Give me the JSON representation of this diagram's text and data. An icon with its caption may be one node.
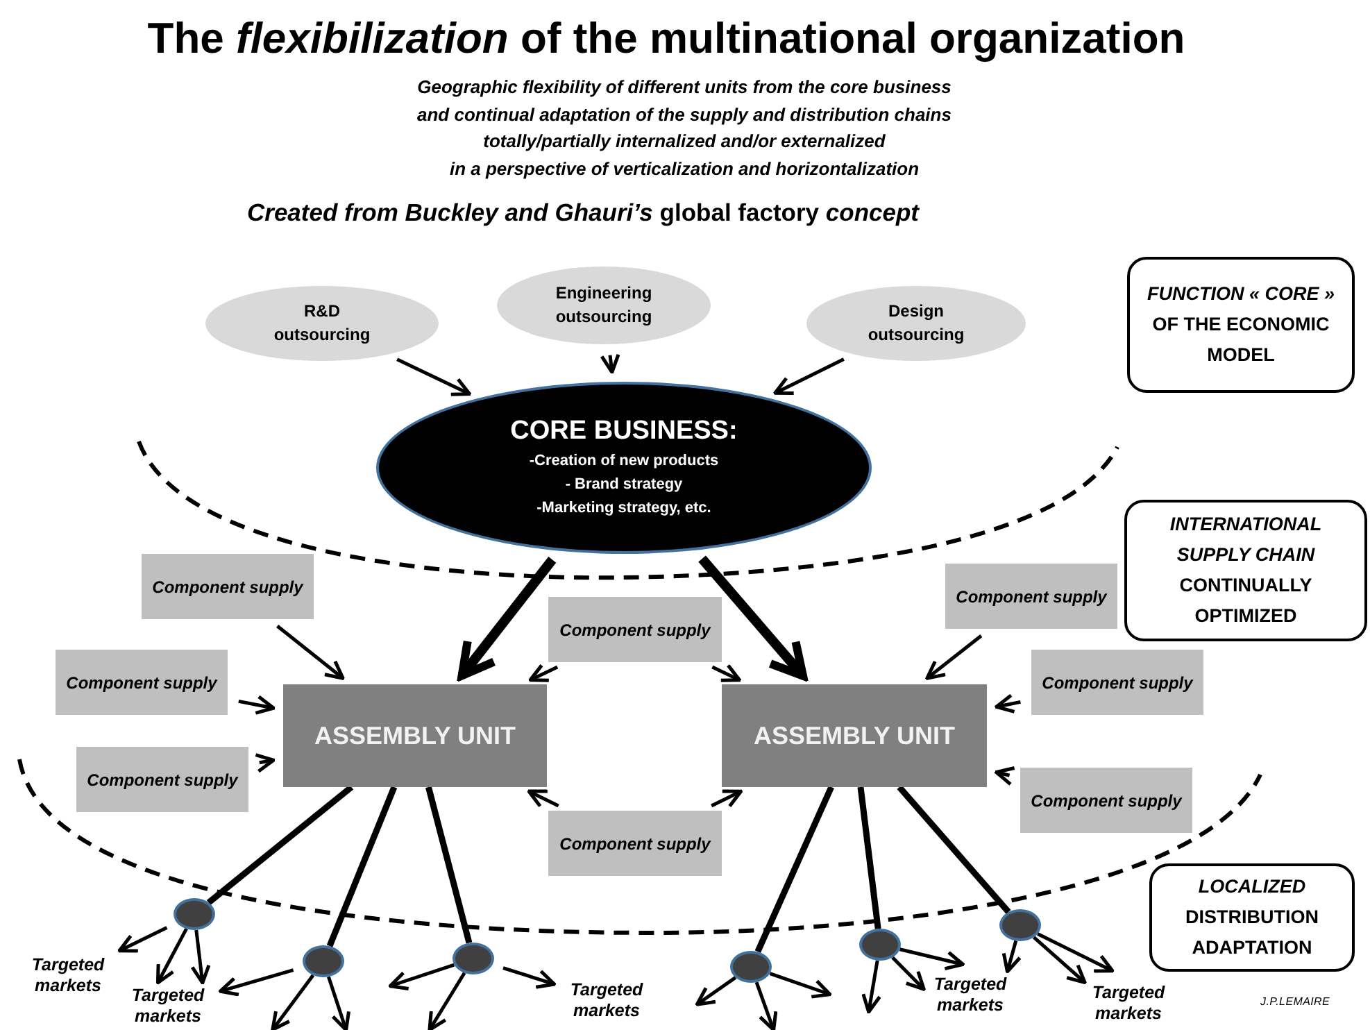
{
  "diagram": {
    "title": "The *flexibilization* of the multinational organization",
    "nodes": [
      {
        "text": [
          "R&D outsourcing"
        ]
      },
      {
        "text": [
          "Engineering outsourcing"
        ]
      },
      {
        "text": [
          "Design outsourcing"
        ]
      },
      {
        "text": [
          "CORE BUSINESS:",
          "-Creation of new products",
          "- Brand strategy",
          "-Marketing strategy, etc."
        ]
      },
      {
        "text": [
          "*FUNCTION « CORE »* OF THE ECONOMIC MODEL"
        ]
      },
      {
        "text": [
          "*INTERNATIONAL SUPPLY CHAIN* CONTINUALLY OPTIMIZED"
        ]
      },
      {
        "text": [
          "Component supply"
        ]
      },
      {
        "text": [
          "Component supply"
        ]
      },
      {
        "text": [
          "Component supply"
        ]
      },
      {
        "text": [
          "Component supply"
        ]
      },
      {
        "text": [
          "Component supply"
        ]
      },
      {
        "text": [
          "Component supply"
        ]
      },
      {
        "text": [
          "Component supply"
        ]
      },
      {
        "text": [
          "Component supply"
        ]
      },
      {
        "text": [
          "ASSEMBLY UNIT"
        ]
      },
      {
        "text": [
          "ASSEMBLY UNIT"
        ]
      },
      {
        "text": [
          "*LOCALIZED* DISTRIBUTION ADAPTATION"
        ]
      },
      {
        "text": [],
        "shape": "circle"
      },
      {
        "text": [],
        "shape": "circle"
      },
      {
        "text": [],
        "shape": "circle"
      },
      {
        "text": [],
        "shape": "circle"
      },
      {
        "text": [],
        "shape": "circle"
      },
      {
        "text": [],
        "shape": "circle"
      },
      {
        "text": [
          "Targeted markets"
        ]
      },
      {
        "text": [
          "Targeted markets"
        ]
      },
      {
        "text": [
          "Targeted markets"
        ]
      },
      {
        "text": [
          "Targeted markets"
        ]
      },
      {
        "text": [
          "Targeted markets"
        ]
      }
    ],
    "edges": [
      {
        "from": 0,
        "to": 3,
        "arrow": "to"
      },
      {
        "from": 1,
        "to": 3,
        "arrow": "to"
      },
      {
        "from": 2,
        "to": 3,
        "arrow": "to"
      },
      {
        "from": 3,
        "to": 14,
        "arrow": "to",
        "style": "thick"
      },
      {
        "from": 3,
        "to": 15,
        "arrow": "to",
        "style": "thick"
      },
      {
        "from": 6,
        "to": 14,
        "arrow": "to"
      },
      {
        "from": 7,
        "to": 14,
        "arrow": "to"
      },
      {
        "from": 8,
        "to": 14,
        "arrow": "to"
      },
      {
        "from": 9,
        "to": 14,
        "arrow": "to"
      },
      {
        "from": 9,
        "to": 15,
        "arrow": "to"
      },
      {
        "from": 12,
        "to": 14,
        "arrow": "to"
      },
      {
        "from": 12,
        "to": 15,
        "arrow": "to"
      },
      {
        "from": 10,
        "to": 15,
        "arrow": "to"
      },
      {
        "from": 11,
        "to": 15,
        "arrow": "to"
      },
      {
        "from": 13,
        "to": 15,
        "arrow": "to"
      },
      {
        "from": 14,
        "to": 17,
        "arrow": "none",
        "style": "thick"
      },
      {
        "from": 14,
        "to": 18,
        "arrow": "none",
        "style": "thick"
      },
      {
        "from": 14,
        "to": 19,
        "arrow": "none",
        "style": "thick"
      },
      {
        "from": 15,
        "to": 20,
        "arrow": "none",
        "style": "thick"
      },
      {
        "from": 15,
        "to": 21,
        "arrow": "none",
        "style": "thick"
      },
      {
        "from": 15,
        "to": 22,
        "arrow": "none",
        "style": "thick"
      },
      {
        "from": 17,
        "to": 23,
        "arrow": "to"
      },
      {
        "from": 17,
        "to": 24,
        "arrow": "to"
      },
      {
        "from": 17,
        "to": 24,
        "arrow": "to"
      },
      {
        "from": 18,
        "to": 24,
        "arrow": "to"
      },
      {
        "from": 18,
        "to": null,
        "arrow": "to"
      },
      {
        "from": 18,
        "to": null,
        "arrow": "to"
      },
      {
        "from": 19,
        "to": null,
        "arrow": "to"
      },
      {
        "from": 19,
        "to": null,
        "arrow": "to"
      },
      {
        "from": 19,
        "to": 25,
        "arrow": "to"
      },
      {
        "from": 20,
        "to": null,
        "arrow": "to"
      },
      {
        "from": 20,
        "to": null,
        "arrow": "to"
      },
      {
        "from": 20,
        "to": null,
        "arrow": "to"
      },
      {
        "from": 21,
        "to": null,
        "arrow": "to"
      },
      {
        "from": 21,
        "to": 26,
        "arrow": "to"
      },
      {
        "from": 21,
        "to": 26,
        "arrow": "to"
      },
      {
        "from": 22,
        "to": 27,
        "arrow": "to"
      },
      {
        "from": 22,
        "to": 26,
        "arrow": "to"
      },
      {
        "from": 22,
        "to": 27,
        "arrow": "to"
      }
    ],
    "labels": [
      "Geographic flexibility of different units from the core business",
      "and continual adaptation of the supply and distribution chains",
      "totally/partially internalized and/or externalized",
      "in a perspective of verticalization and horizontalization",
      "*Created from Buckley and Ghauri’s* global factory *concept*",
      "J.P.LEMAIRE"
    ]
  }
}
